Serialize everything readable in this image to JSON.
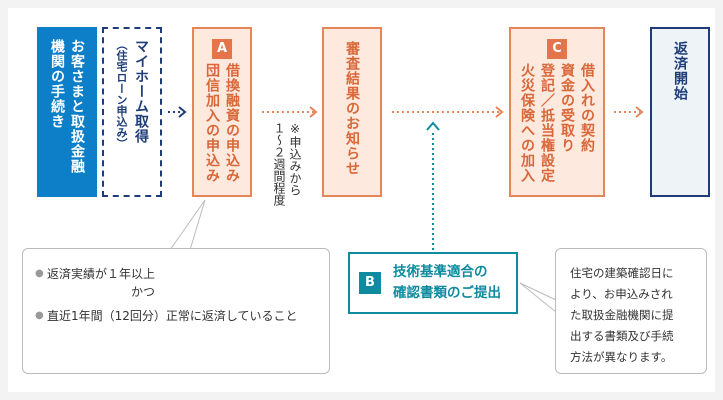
{
  "steps": {
    "s1": {
      "lines": [
        "お客さまと取扱金融",
        "機関の手続き"
      ],
      "color": "#0c7fc8"
    },
    "s2": {
      "main": "マイホーム取得",
      "sub": "（住宅ローン申込み）"
    },
    "s3": {
      "badge": "A",
      "lines": [
        "借換融資の申込み",
        "団信加入の申込み"
      ]
    },
    "s4": {
      "lines": [
        "審査結果のお知らせ"
      ]
    },
    "s5": {
      "badge": "C",
      "lines": [
        "借入れの契約",
        "資金の受取り",
        "登記／抵当権設定",
        "火災保険への加入"
      ]
    },
    "s6": {
      "lines": [
        "返済開始"
      ]
    }
  },
  "note_vertical": {
    "lines": [
      "※申込みから",
      "１～２週間程度"
    ]
  },
  "callout_left": {
    "item1": "返済実績が１年以上",
    "conj": "かつ",
    "item2": "直近1年間（12回分）正常に返済していること"
  },
  "box_b": {
    "badge": "B",
    "line1": "技術基準適合の",
    "line2": "確認書類のご提出"
  },
  "callout_right": {
    "lines": [
      "住宅の建築確認日に",
      "より、お申込みされ",
      "た取扱金融機関に提",
      "出する書類及び手続",
      "方法が異なります。"
    ]
  },
  "colors": {
    "orange": "#e4865a",
    "navy": "#1e3d78",
    "teal": "#0f8ba0",
    "blue": "#0c7fc8"
  },
  "arrows": {
    "solid": "･･･▶",
    "dotted": "･････････>"
  }
}
